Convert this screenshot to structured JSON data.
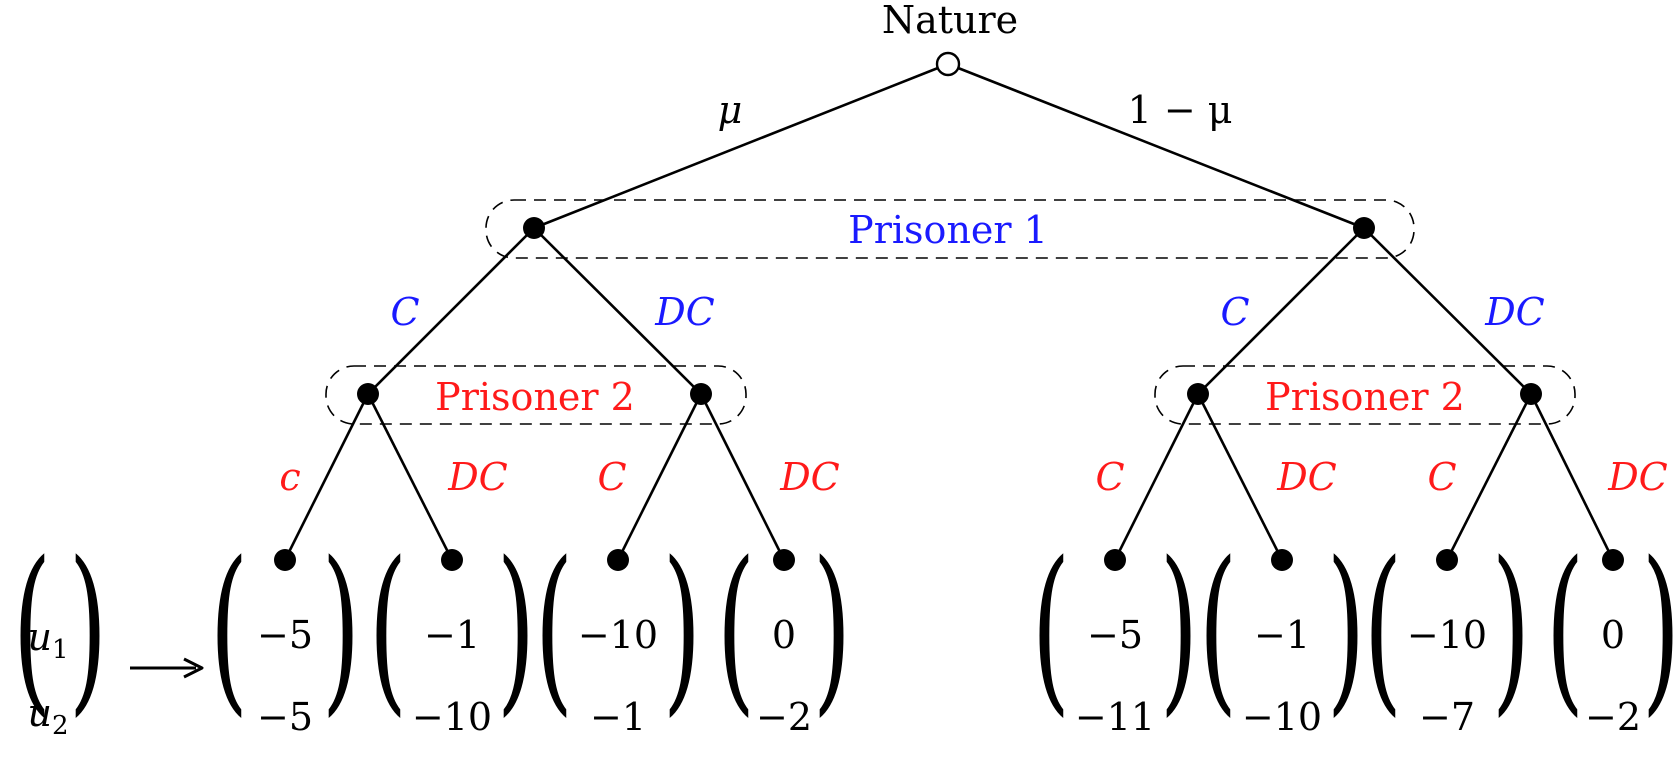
{
  "colors": {
    "prisoner1": "#1a1aff",
    "prisoner2": "#ff1a1a",
    "ink": "#000000"
  },
  "nature": {
    "label": "Nature",
    "left_prob": "μ",
    "right_prob": "1 − μ"
  },
  "prisoner1": {
    "label": "Prisoner 1",
    "left": {
      "action_c": "C",
      "action_dc": "DC"
    },
    "right": {
      "action_c": "C",
      "action_dc": "DC"
    }
  },
  "prisoner2": {
    "left": {
      "label": "Prisoner 2",
      "a": {
        "action_c": "c",
        "action_dc": "DC"
      },
      "b": {
        "action_c": "C",
        "action_dc": "DC"
      }
    },
    "right": {
      "label": "Prisoner 2",
      "a": {
        "action_c": "C",
        "action_dc": "DC"
      },
      "b": {
        "action_c": "C",
        "action_dc": "DC"
      }
    }
  },
  "payoff_legend": {
    "u1": "u",
    "u1_sub": "1",
    "u2": "u",
    "u2_sub": "2"
  },
  "payoffs": [
    {
      "u1": "−5",
      "u2": "−5"
    },
    {
      "u1": "−1",
      "u2": "−10"
    },
    {
      "u1": "−10",
      "u2": "−1"
    },
    {
      "u1": "0",
      "u2": "−2"
    },
    {
      "u1": "−5",
      "u2": "−11"
    },
    {
      "u1": "−1",
      "u2": "−10"
    },
    {
      "u1": "−10",
      "u2": "−7"
    },
    {
      "u1": "0",
      "u2": "−2"
    }
  ]
}
